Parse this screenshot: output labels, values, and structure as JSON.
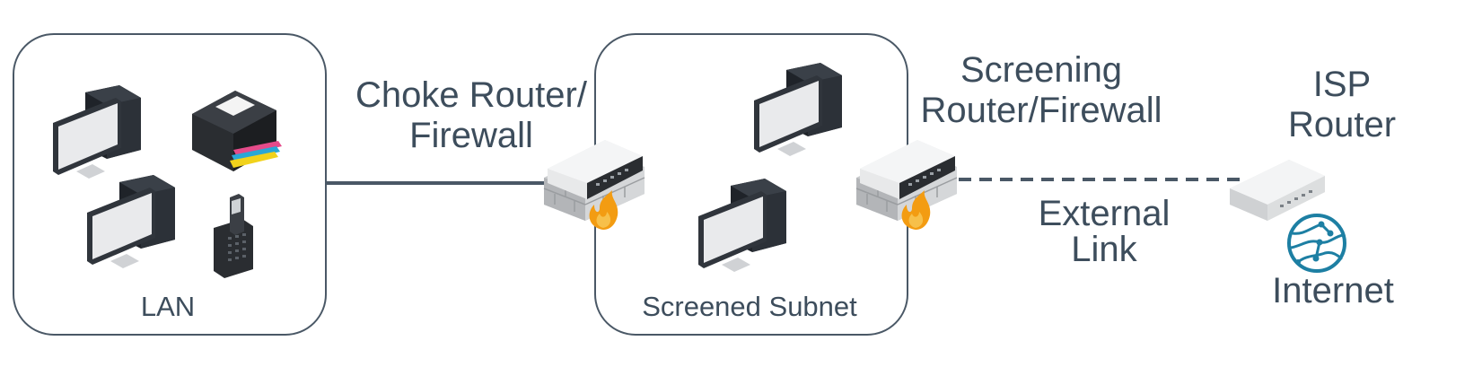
{
  "zones": {
    "lan": {
      "label": "LAN"
    },
    "screened_subnet": {
      "label": "Screened Subnet"
    }
  },
  "devices": {
    "choke_router": {
      "label_line1": "Choke Router/",
      "label_line2": "Firewall",
      "icon": "firewall-icon"
    },
    "screening_router": {
      "label_line1": "Screening",
      "label_line2": "Router/Firewall",
      "icon": "firewall-icon"
    },
    "isp_router": {
      "label_line1": "ISP",
      "label_line2": "Router",
      "icon": "router-icon"
    },
    "internet": {
      "label": "Internet",
      "icon": "globe-icon"
    }
  },
  "links": {
    "external": {
      "label_line1": "External",
      "label_line2": "Link",
      "style": "dashed"
    }
  },
  "colors": {
    "outline": "#4a5866",
    "text": "#3d4d5c",
    "flame_orange": "#f39c12",
    "globe_teal": "#1d7fa3"
  }
}
